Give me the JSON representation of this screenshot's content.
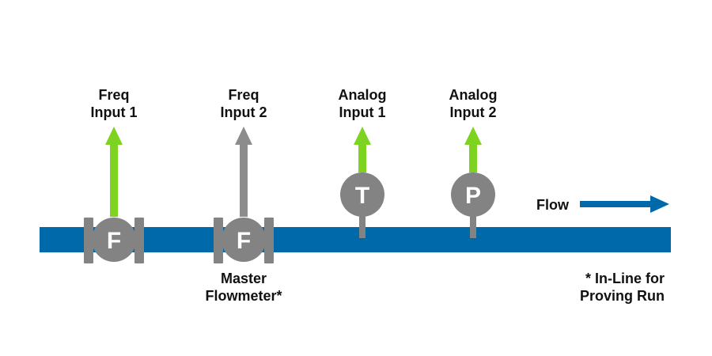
{
  "colors": {
    "pipe": "#0069aa",
    "device": "#838383",
    "active_arrow": "#7ed321",
    "inactive_arrow": "#8c8c8c",
    "flow_arrow": "#0069aa",
    "label": "#111111",
    "letter": "#ffffff"
  },
  "signals": [
    {
      "line1": "Freq",
      "line2": "Input 1",
      "state": "active"
    },
    {
      "line1": "Freq",
      "line2": "Input 2",
      "state": "inactive"
    },
    {
      "line1": "Analog",
      "line2": "Input 1",
      "state": "active"
    },
    {
      "line1": "Analog",
      "line2": "Input 2",
      "state": "active"
    }
  ],
  "devices": [
    {
      "letter": "F",
      "kind": "inline-meter"
    },
    {
      "letter": "F",
      "kind": "inline-meter"
    },
    {
      "letter": "T",
      "kind": "transmitter"
    },
    {
      "letter": "P",
      "kind": "transmitter"
    }
  ],
  "master_label": {
    "line1": "Master",
    "line2": "Flowmeter*"
  },
  "flow_label": "Flow",
  "note": {
    "line1": "* In-Line for",
    "line2": "Proving Run"
  }
}
